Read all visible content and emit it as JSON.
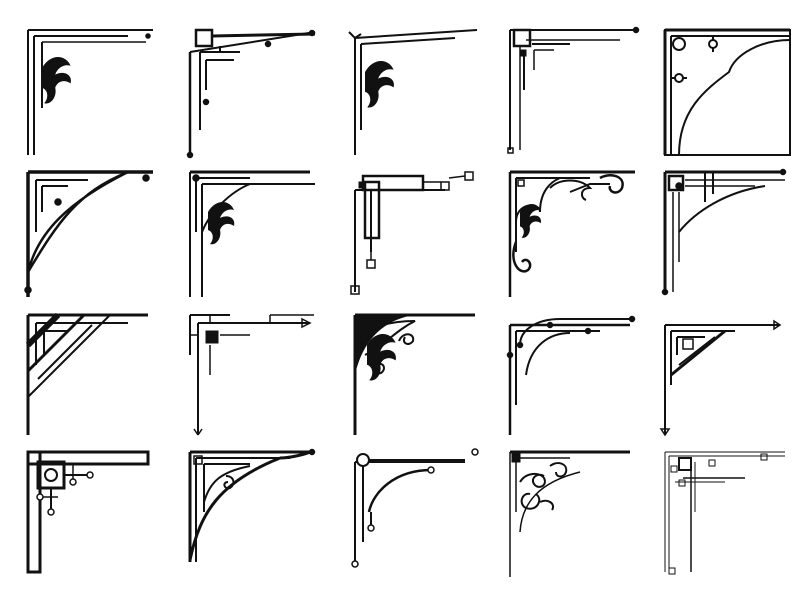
{
  "background": "#ffffff",
  "ink": "#111111",
  "grid": {
    "rows": 4,
    "cols": 5
  },
  "ornaments": [
    {
      "id": "r1c1",
      "style": "flourish-leaf",
      "icon": "ornament-corner-icon"
    },
    {
      "id": "r1c2",
      "style": "square-knot",
      "icon": "ornament-corner-icon"
    },
    {
      "id": "r1c3",
      "style": "flourish-leaf",
      "icon": "ornament-corner-icon"
    },
    {
      "id": "r1c4",
      "style": "square-knot",
      "icon": "ornament-corner-icon"
    },
    {
      "id": "r1c5",
      "style": "cloud-arc",
      "icon": "ornament-corner-icon"
    },
    {
      "id": "r2c1",
      "style": "bracket-curve",
      "icon": "ornament-corner-icon"
    },
    {
      "id": "r2c2",
      "style": "flourish-leaf",
      "icon": "ornament-corner-icon"
    },
    {
      "id": "r2c3",
      "style": "square-knot",
      "icon": "ornament-corner-icon"
    },
    {
      "id": "r2c4",
      "style": "scroll-curl",
      "icon": "ornament-corner-icon"
    },
    {
      "id": "r2c5",
      "style": "bracket-curve",
      "icon": "ornament-corner-icon"
    },
    {
      "id": "r3c1",
      "style": "diagonal-stripes",
      "icon": "ornament-corner-icon"
    },
    {
      "id": "r3c2",
      "style": "arrow-lines",
      "icon": "ornament-corner-icon"
    },
    {
      "id": "r3c3",
      "style": "flourish-solid",
      "icon": "ornament-corner-icon"
    },
    {
      "id": "r3c4",
      "style": "arc-dots",
      "icon": "ornament-corner-icon"
    },
    {
      "id": "r3c5",
      "style": "diagonal-arrow",
      "icon": "ornament-corner-icon"
    },
    {
      "id": "r4c1",
      "style": "box-circles",
      "icon": "ornament-corner-icon"
    },
    {
      "id": "r4c2",
      "style": "bracket-curve",
      "icon": "ornament-corner-icon"
    },
    {
      "id": "r4c3",
      "style": "circle-hooks",
      "icon": "ornament-corner-icon"
    },
    {
      "id": "r4c4",
      "style": "swirl-filigree",
      "icon": "ornament-corner-icon"
    },
    {
      "id": "r4c5",
      "style": "fine-squares",
      "icon": "ornament-corner-icon"
    }
  ]
}
